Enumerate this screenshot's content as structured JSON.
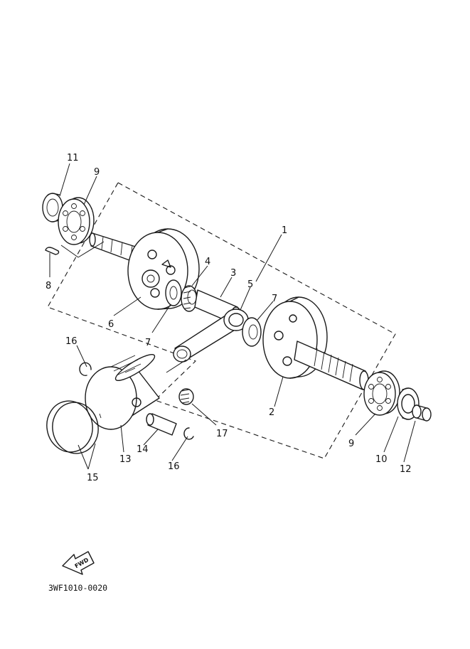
{
  "callouts": {
    "c1": "1",
    "c2": "2",
    "c3": "3",
    "c4": "4",
    "c5": "5",
    "c6": "6",
    "c7a": "7",
    "c7b": "7",
    "c8": "8",
    "c9a": "9",
    "c9b": "9",
    "c10": "10",
    "c11": "11",
    "c12": "12",
    "c13": "13",
    "c14": "14",
    "c15": "15",
    "c16a": "16",
    "c16b": "16",
    "c17": "17"
  },
  "fwd_label": "FWD",
  "diagram_code": "3WF1010-0020"
}
